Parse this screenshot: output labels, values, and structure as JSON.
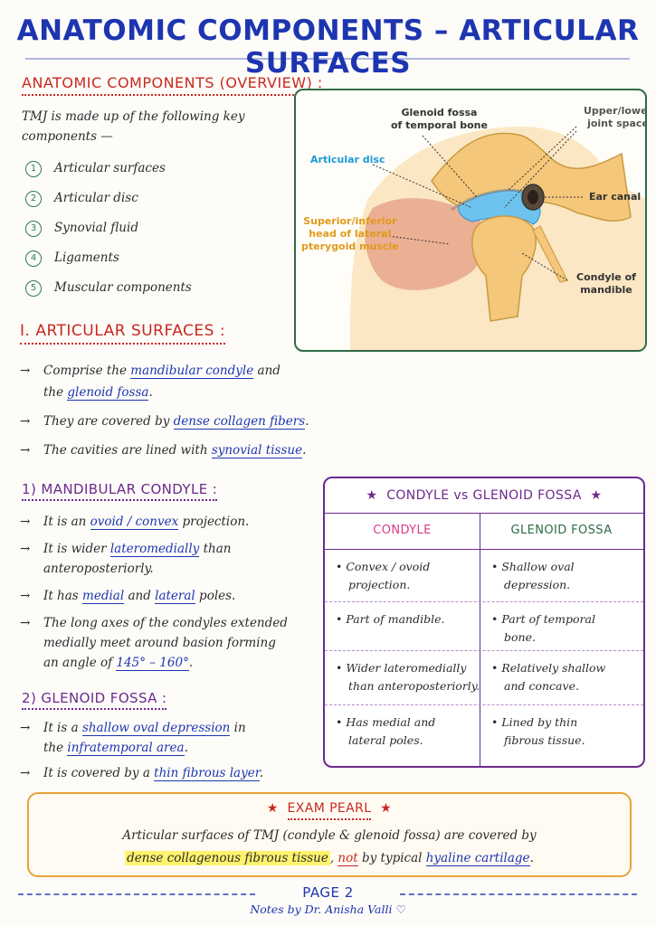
{
  "title": "ANATOMIC COMPONENTS – ARTICULAR SURFACES",
  "overview": {
    "heading": "ANATOMIC COMPONENTS (OVERVIEW) :",
    "intro_line1": "TMJ is made up of the following key",
    "intro_line2": "components —",
    "items": [
      {
        "num": "1",
        "label": "Articular surfaces"
      },
      {
        "num": "2",
        "label": "Articular disc"
      },
      {
        "num": "3",
        "label": "Synovial fluid"
      },
      {
        "num": "4",
        "label": "Ligaments"
      },
      {
        "num": "5",
        "label": "Muscular components"
      }
    ]
  },
  "diagram": {
    "labels": {
      "glenoid": "Glenoid fossa",
      "glenoid2": "of temporal bone",
      "joint_space": "Upper/lower",
      "joint_space2": "joint space",
      "disc": "Articular disc",
      "ear": "Ear canal",
      "pterygoid1": "Superior/inferior",
      "pterygoid2": "head of lateral",
      "pterygoid3": "pterygoid muscle",
      "condyle1": "Condyle of",
      "condyle2": "mandible"
    },
    "colors": {
      "bone": "#f5c77a",
      "disc": "#6ec3ee",
      "muscle": "#e8a58c",
      "frame": "#2e6b45",
      "disc_label": "#1e9bd8",
      "muscle_label": "#e09a1a"
    }
  },
  "section1": {
    "heading": "I. ARTICULAR SURFACES :",
    "b1_pre": "Comprise the",
    "b1_link": "mandibular condyle",
    "b1_post": "and",
    "b1_pre2": "the",
    "b1_link2": "glenoid fossa",
    "b1_post2": ".",
    "b2_pre": "They are covered by",
    "b2_link": "dense collagen fibers",
    "b2_post": ".",
    "b3_pre": "The cavities are lined with",
    "b3_link": "synovial tissue",
    "b3_post": "."
  },
  "condyle": {
    "heading": "1) MANDIBULAR CONDYLE :",
    "b1_pre": "It is an",
    "b1_link": "ovoid / convex",
    "b1_post": "projection.",
    "b2_pre": "It is wider",
    "b2_link": "lateromedially",
    "b2_post": "than",
    "b2_line2": "anteroposteriorly.",
    "b3_pre": "It has",
    "b3_link": "medial",
    "b3_mid": "and",
    "b3_link2": "lateral",
    "b3_post": "poles.",
    "b4_l1": "The long axes of the condyles extended",
    "b4_l2": "medially meet around basion forming",
    "b4_pre": "an angle of",
    "b4_link": "145° – 160°",
    "b4_post": "."
  },
  "fossa": {
    "heading": "2) GLENOID FOSSA :",
    "b1_pre": "It is a",
    "b1_link": "shallow oval depression",
    "b1_post": "in",
    "b1_pre2": "the",
    "b1_link2": "infratemporal area",
    "b1_post2": ".",
    "b2_pre": "It is covered by a",
    "b2_link": "thin fibrous layer",
    "b2_post": "."
  },
  "table": {
    "title": "CONDYLE vs GLENOID FOSSA",
    "col1": "CONDYLE",
    "col2": "GLENOID FOSSA",
    "rows": [
      {
        "a1": "• Convex / ovoid",
        "a2": "projection.",
        "b1": "• Shallow oval",
        "b2": "depression."
      },
      {
        "a1": "• Part of mandible.",
        "a2": "",
        "b1": "• Part of temporal",
        "b2": "bone."
      },
      {
        "a1": "• Wider lateromedially",
        "a2": "than anteroposteriorly.",
        "b1": "• Relatively shallow",
        "b2": "and concave."
      },
      {
        "a1": "• Has medial and",
        "a2": "lateral poles.",
        "b1": "• Lined by thin",
        "b2": "fibrous tissue."
      }
    ]
  },
  "pearl": {
    "title": "EXAM PEARL",
    "line1": "Articular surfaces of TMJ (condyle & glenoid fossa) are covered by",
    "hl": "dense collagenous fibrous tissue",
    "comma": ",",
    "not": "not",
    "by": "by typical",
    "link": "hyaline cartilage",
    "end": "."
  },
  "footer": {
    "page": "PAGE 2",
    "notes": "Notes by Dr. Anisha Valli ♡"
  }
}
